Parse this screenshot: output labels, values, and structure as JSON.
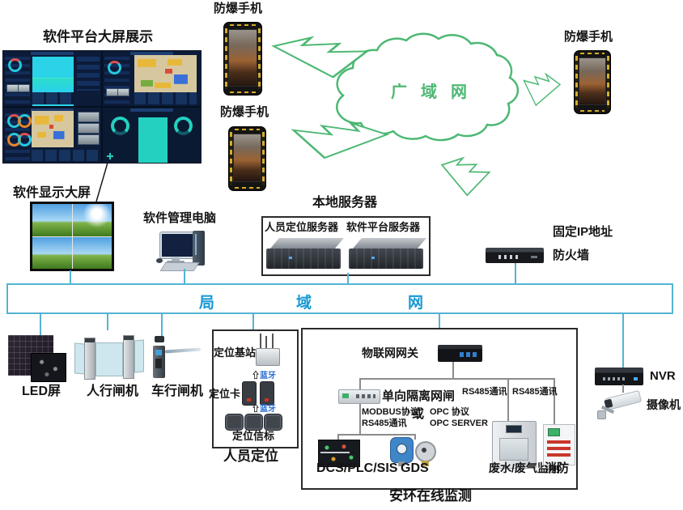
{
  "colors": {
    "wan_green": "#4db873",
    "lan_text_blue": "#1899d4",
    "line_cyan": "#54b4d3",
    "bluetooth_blue": "#2b6fd4"
  },
  "top": {
    "dashboard_title": "软件平台大屏展示",
    "phones": [
      {
        "label": "防爆手机"
      },
      {
        "label": "防爆手机"
      },
      {
        "label": "防爆手机"
      }
    ],
    "wan_label": "广域网"
  },
  "middle": {
    "display_wall": "软件显示大屏",
    "mgmt_pc": "软件管理电脑",
    "local_server": "本地服务器",
    "server1": "人员定位服务器",
    "server2": "软件平台服务器",
    "fixed_ip": "固定IP地址",
    "firewall": "防火墙"
  },
  "lan": {
    "c1": "局",
    "c2": "域",
    "c3": "网"
  },
  "edge": {
    "led": "LED屏",
    "pedestrian_gate": "人行闸机",
    "vehicle_gate": "车行闸机",
    "nvr": "NVR",
    "camera": "摄像机"
  },
  "positioning": {
    "title": "人员定位",
    "base_station": "定位基站",
    "card": "定位卡",
    "beacon": "定位信标",
    "bt_arrow": "⇧",
    "bt1": "蓝牙",
    "bt2": "蓝牙"
  },
  "monitoring": {
    "title": "安环在线监测",
    "iot_gateway": "物联网网关",
    "isolation_gateway": "单向隔离网闸",
    "rs485_a": "RS485通讯",
    "rs485_b": "RS485通讯",
    "rs485_c": "RS485通讯",
    "modbus": "MODBUS协议",
    "or": "或",
    "opc": "OPC 协议",
    "opc_server": "OPC SERVER",
    "dcs": "DCS/PLC/SIS",
    "gds": "GDS",
    "waste": "废水/废气监测",
    "fire": "消防"
  }
}
